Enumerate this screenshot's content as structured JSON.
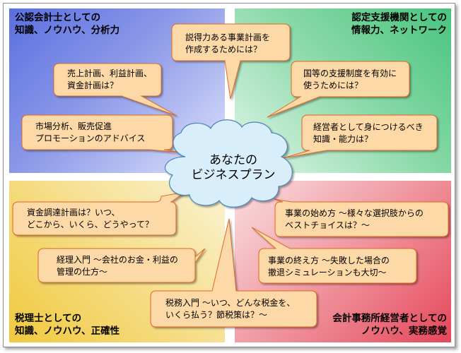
{
  "quadrants": {
    "top_left": {
      "line1": "公認会計士としての",
      "line2": "知識、ノウハウ、分析力",
      "color": "#5a6fe0"
    },
    "top_right": {
      "line1": "認定支援機関としての",
      "line2": "情報力、ネットワーク",
      "color": "#48c47e"
    },
    "bottom_left": {
      "line1": "税理士としての",
      "line2": "知識、ノウハウ、正確性",
      "color": "#f0c93d"
    },
    "bottom_right": {
      "line1": "会計事務所経営者としての",
      "line2": "ノウハウ、実務感覚",
      "color": "#e4475a"
    }
  },
  "center": {
    "line1": "あなたの",
    "line2": "ビジネスプラン",
    "color": "#d8eefa"
  },
  "bubble_fill": "#fdd9a8",
  "bubbles": {
    "persuasive_plan": {
      "line1": "説得力ある事業計画を",
      "line2": "作成するためには？"
    },
    "sales_profit_plan": {
      "line1": "売上計画、利益計画、",
      "line2": "資金計画は？"
    },
    "market_analysis": {
      "line1": "市場分析、販売促進",
      "line2": "プロモーションのアドバイス"
    },
    "support_system": {
      "line1": "国等の支援制度を有効に",
      "line2": "使うためには？"
    },
    "management_skills": {
      "line1": "経営者として身につけるべき",
      "line2": "知識・能力は？"
    },
    "fund_procurement": {
      "line1": "資金調達計画は？いつ、",
      "line2": "どこから、いくら、どうやって？"
    },
    "accounting_intro": {
      "line1": "経理入門 ～会社のお金・利益の",
      "line2": "管理の仕方～"
    },
    "tax_intro": {
      "line1": "税務入門 ～いつ、どんな税金を、",
      "line2": "いくら払う？節税策は？～"
    },
    "how_to_start": {
      "line1": "事業の始め方 ～様々な選択肢からの",
      "line2": "ベストチョイスは？～"
    },
    "how_to_end": {
      "line1": "事業の終え方 ～失敗した場合の",
      "line2": "撤退シミュレーションも大切～"
    }
  }
}
